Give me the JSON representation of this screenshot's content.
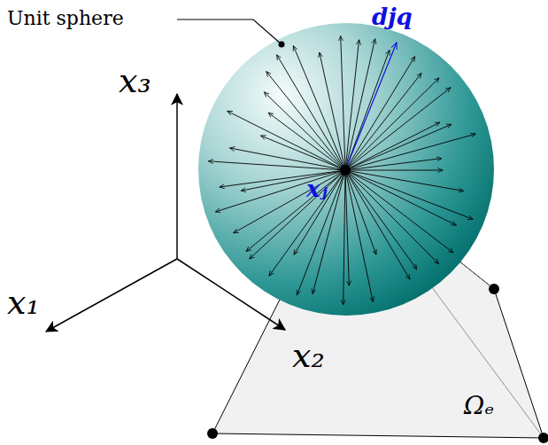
{
  "diagram": {
    "labels": [
      "Unit sphere",
      "x₃",
      "x₁",
      "x₂",
      "djq",
      "xⱼ",
      "Ωₑ"
    ]
  }
}
